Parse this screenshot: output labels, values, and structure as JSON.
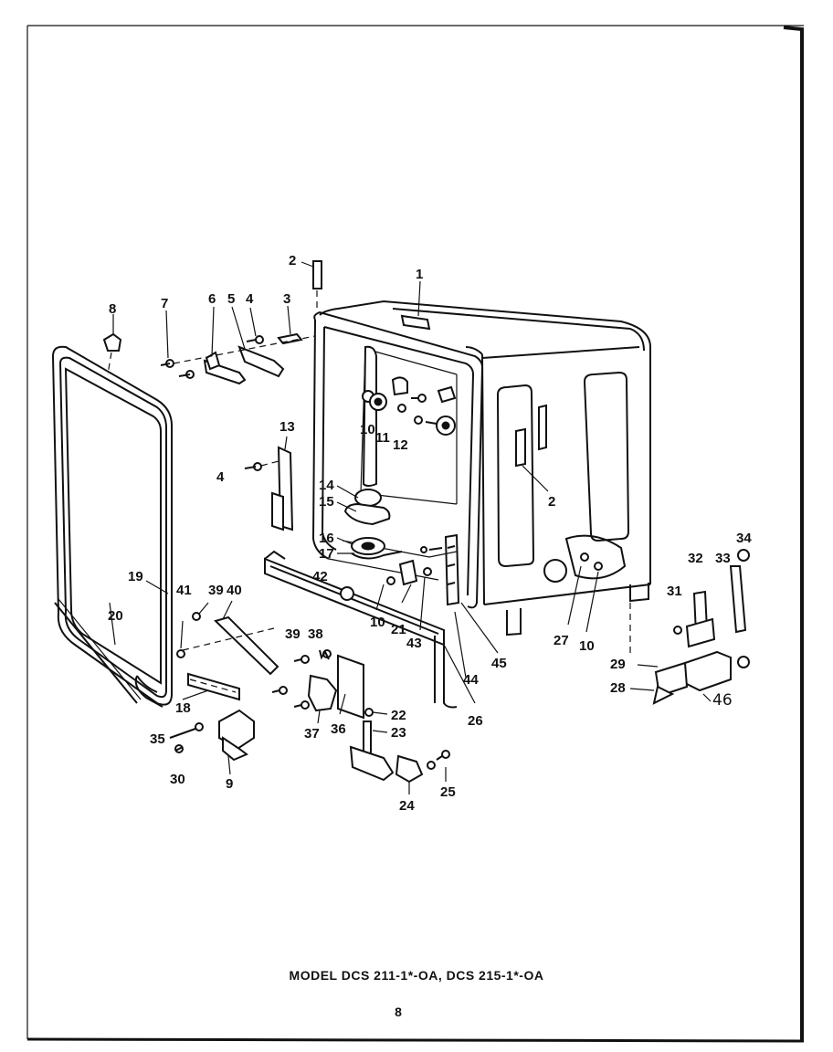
{
  "caption": "MODEL DCS 211-1*-OA,  DCS 215-1*-OA",
  "page_number": "8",
  "callouts": [
    {
      "id": "c1",
      "text": "1"
    },
    {
      "id": "c2a",
      "text": "2"
    },
    {
      "id": "c2b",
      "text": "2"
    },
    {
      "id": "c3",
      "text": "3"
    },
    {
      "id": "c4a",
      "text": "4"
    },
    {
      "id": "c4b",
      "text": "4"
    },
    {
      "id": "c5",
      "text": "5"
    },
    {
      "id": "c6",
      "text": "6"
    },
    {
      "id": "c7",
      "text": "7"
    },
    {
      "id": "c8",
      "text": "8"
    },
    {
      "id": "c9",
      "text": "9"
    },
    {
      "id": "c10a",
      "text": "10"
    },
    {
      "id": "c10b",
      "text": "10"
    },
    {
      "id": "c10c",
      "text": "10"
    },
    {
      "id": "c11",
      "text": "11"
    },
    {
      "id": "c12",
      "text": "12"
    },
    {
      "id": "c13",
      "text": "13"
    },
    {
      "id": "c14",
      "text": "14"
    },
    {
      "id": "c15",
      "text": "15"
    },
    {
      "id": "c16",
      "text": "16"
    },
    {
      "id": "c17",
      "text": "17"
    },
    {
      "id": "c18",
      "text": "18"
    },
    {
      "id": "c19",
      "text": "19"
    },
    {
      "id": "c20",
      "text": "20"
    },
    {
      "id": "c21",
      "text": "21"
    },
    {
      "id": "c22",
      "text": "22"
    },
    {
      "id": "c23",
      "text": "23"
    },
    {
      "id": "c24",
      "text": "24"
    },
    {
      "id": "c25",
      "text": "25"
    },
    {
      "id": "c26",
      "text": "26"
    },
    {
      "id": "c27",
      "text": "27"
    },
    {
      "id": "c28",
      "text": "28"
    },
    {
      "id": "c29",
      "text": "29"
    },
    {
      "id": "c30",
      "text": "30"
    },
    {
      "id": "c31",
      "text": "31"
    },
    {
      "id": "c32",
      "text": "32"
    },
    {
      "id": "c33",
      "text": "33"
    },
    {
      "id": "c34",
      "text": "34"
    },
    {
      "id": "c35",
      "text": "35"
    },
    {
      "id": "c36",
      "text": "36"
    },
    {
      "id": "c37",
      "text": "37"
    },
    {
      "id": "c38",
      "text": "38"
    },
    {
      "id": "c39a",
      "text": "39"
    },
    {
      "id": "c39b",
      "text": "39"
    },
    {
      "id": "c40",
      "text": "40"
    },
    {
      "id": "c41",
      "text": "41"
    },
    {
      "id": "c42",
      "text": "42"
    },
    {
      "id": "c43",
      "text": "43"
    },
    {
      "id": "c44",
      "text": "44"
    },
    {
      "id": "c45",
      "text": "45"
    },
    {
      "id": "c46",
      "text": "46"
    }
  ]
}
